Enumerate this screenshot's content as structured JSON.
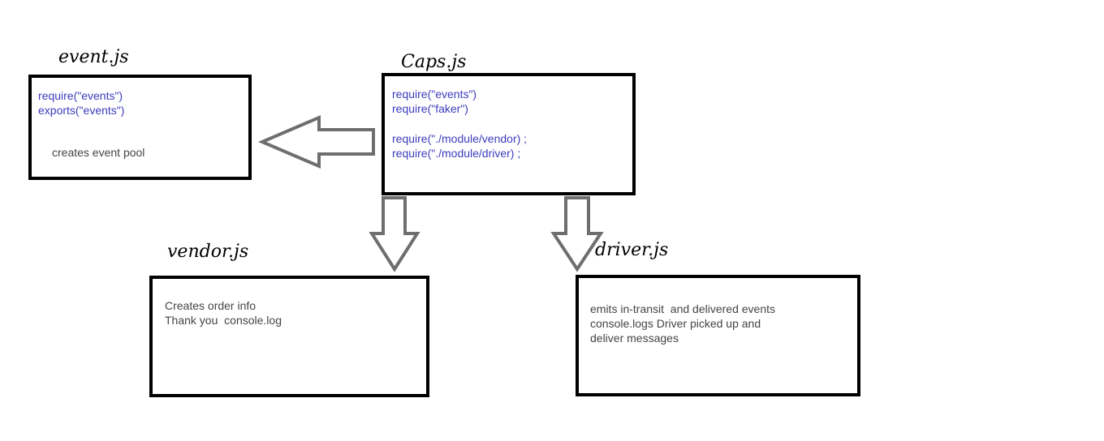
{
  "colors": {
    "code_text": "#3b3bbd",
    "note_text": "#444444",
    "box_border": "#000000",
    "arrow_stroke": "#6e6e6e"
  },
  "event_box": {
    "title": "event.js",
    "lines": [
      "require(\"events\")",
      "exports(\"events\")"
    ],
    "note": "creates event pool"
  },
  "caps_box": {
    "title": "Caps.js",
    "lines": [
      "require(\"events\")",
      "require(\"faker\")",
      "require(\"./module/vendor) ;",
      "require(\"./module/driver) ;"
    ]
  },
  "vendor_box": {
    "title": "vendor.js",
    "lines": [
      "Creates order info",
      "Thank you  console.log"
    ]
  },
  "driver_box": {
    "title": "driver.js",
    "lines": [
      "emits in-transit  and delivered events",
      "console.logs Driver picked up and",
      "deliver messages"
    ]
  },
  "arrows": [
    {
      "from": "Caps.js",
      "to": "event.js",
      "direction": "left"
    },
    {
      "from": "Caps.js",
      "to": "vendor.js",
      "direction": "down"
    },
    {
      "from": "Caps.js",
      "to": "driver.js",
      "direction": "down"
    }
  ]
}
